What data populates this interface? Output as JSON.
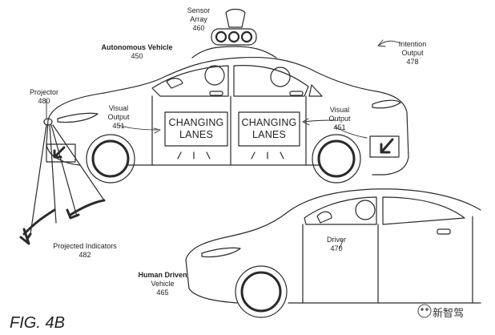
{
  "figure": {
    "caption": "FIG. 4B"
  },
  "labels": {
    "sensor_array": [
      "Sensor",
      "Array",
      "460"
    ],
    "autonomous_vehicle": [
      "Autonomous Vehicle",
      "450"
    ],
    "intention_output": [
      "Intention",
      "Output",
      "478"
    ],
    "projector": [
      "Projector",
      "480"
    ],
    "visual_output_left": [
      "Visual",
      "Output",
      "451"
    ],
    "visual_output_right": [
      "Visual",
      "Output",
      "451"
    ],
    "projected_indicators": [
      "Projected Indicators",
      "482"
    ],
    "driver": [
      "Driver",
      "470"
    ],
    "human_driven_vehicle": [
      "Human Driven",
      "Vehicle",
      "465"
    ]
  },
  "signs": {
    "front_window": [
      "CHANGING",
      "LANES"
    ],
    "rear_window": [
      "CHANGING",
      "LANES"
    ]
  },
  "watermark": {
    "text": "新智驾"
  },
  "colors": {
    "line": "#2a2a2a",
    "background": "#ffffff"
  }
}
